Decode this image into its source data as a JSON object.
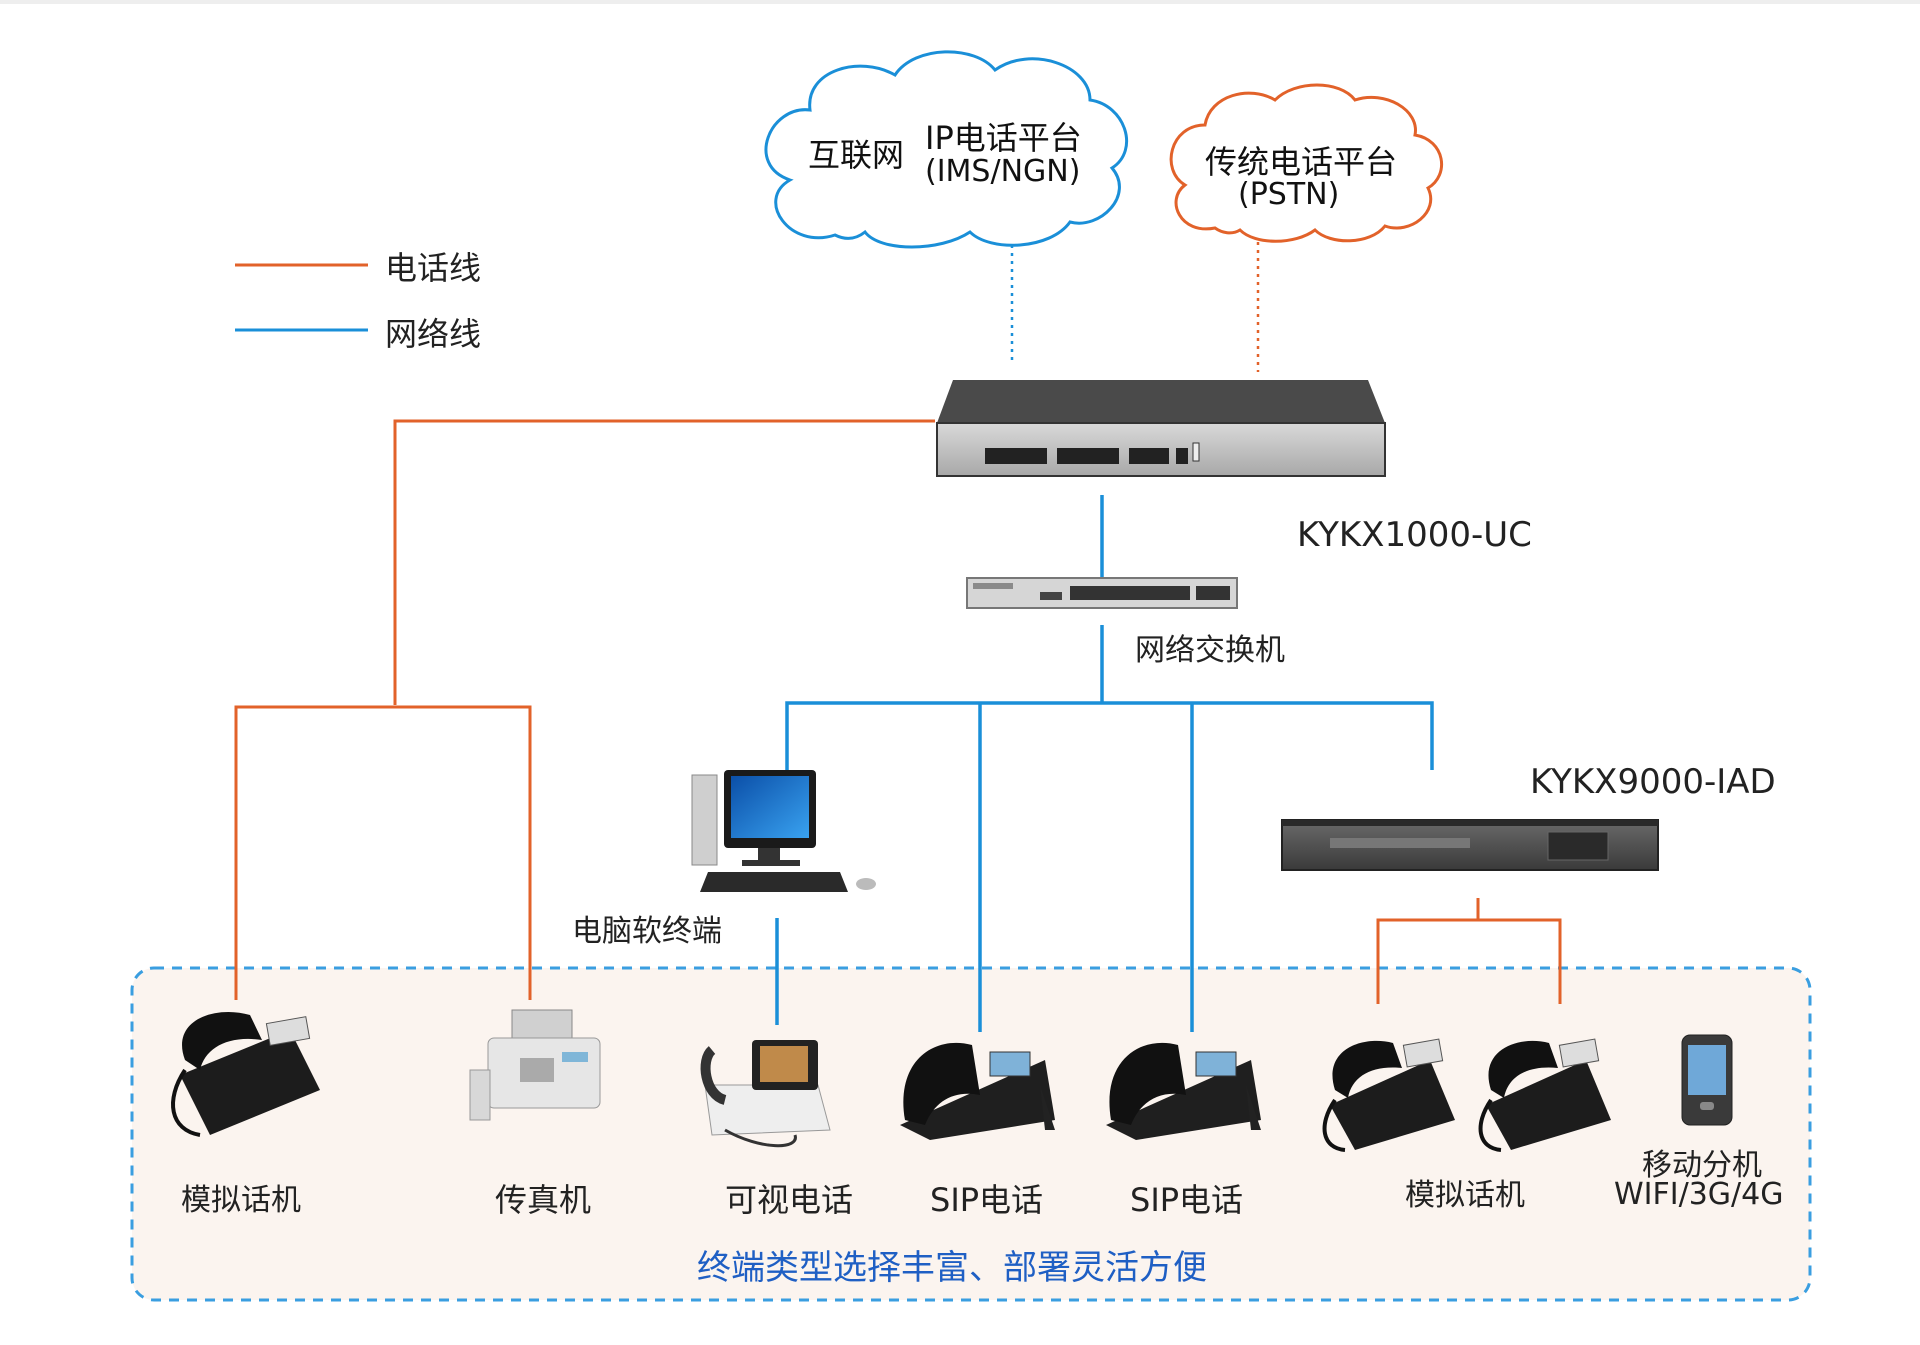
{
  "legend": {
    "phone_line": "电话线",
    "network_line": "网络线"
  },
  "clouds": {
    "internet": {
      "left": "互联网",
      "title": "IP电话平台",
      "sub": "(IMS/NGN)"
    },
    "pstn": {
      "title": "传统电话平台",
      "sub": "(PSTN)"
    }
  },
  "devices": {
    "uc": "KYKX1000-UC",
    "switch": "网络交换机",
    "iad": "KYKX9000-IAD",
    "pc": "电脑软终端"
  },
  "terminals": {
    "analog_1": "模拟话机",
    "fax": "传真机",
    "video_phone": "可视电话",
    "sip_1": "SIP电话",
    "sip_2": "SIP电话",
    "analog_2": "模拟话机",
    "mobile_line1": "移动分机",
    "mobile_line2": "WIFI/3G/4G"
  },
  "footer": "终端类型选择丰富、部署灵活方便",
  "colors": {
    "phone_line": "#e2622a",
    "network_line": "#1a8fd8",
    "panel_border": "#3a9ee0",
    "panel_fill": "#fbf4ef",
    "footer_text": "#1f5fc4"
  }
}
